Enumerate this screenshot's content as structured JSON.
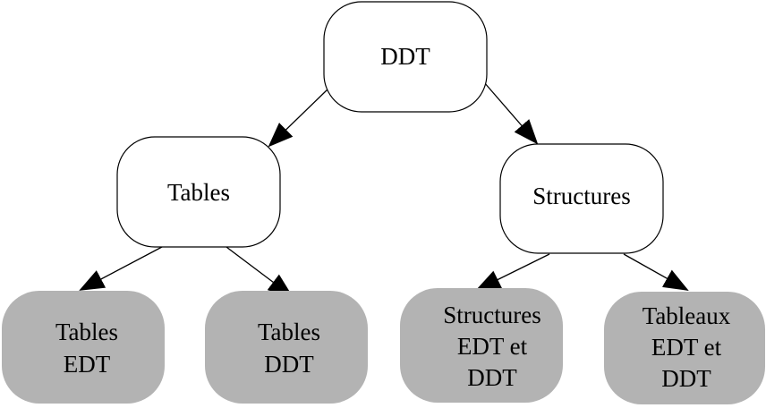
{
  "diagram": {
    "root": {
      "id": "ddt",
      "lines": [
        "DDT"
      ],
      "style": "white",
      "children": [
        {
          "id": "tables",
          "lines": [
            "Tables"
          ],
          "style": "white",
          "children": [
            {
              "id": "tables-edt",
              "lines": [
                "Tables",
                "EDT"
              ],
              "style": "gray"
            },
            {
              "id": "tables-ddt",
              "lines": [
                "Tables",
                "DDT"
              ],
              "style": "gray"
            }
          ]
        },
        {
          "id": "structures",
          "lines": [
            "Structures"
          ],
          "style": "white",
          "children": [
            {
              "id": "structures-edt-ddt",
              "lines": [
                "Structures",
                "EDT et",
                "DDT"
              ],
              "style": "gray"
            },
            {
              "id": "tableaux-edt-ddt",
              "lines": [
                "Tableaux",
                "EDT et",
                "DDT"
              ],
              "style": "gray"
            }
          ]
        }
      ]
    },
    "colors": {
      "white_fill": "#ffffff",
      "gray_fill": "#b3b3b3",
      "stroke": "#000000",
      "text": "#000000"
    }
  }
}
